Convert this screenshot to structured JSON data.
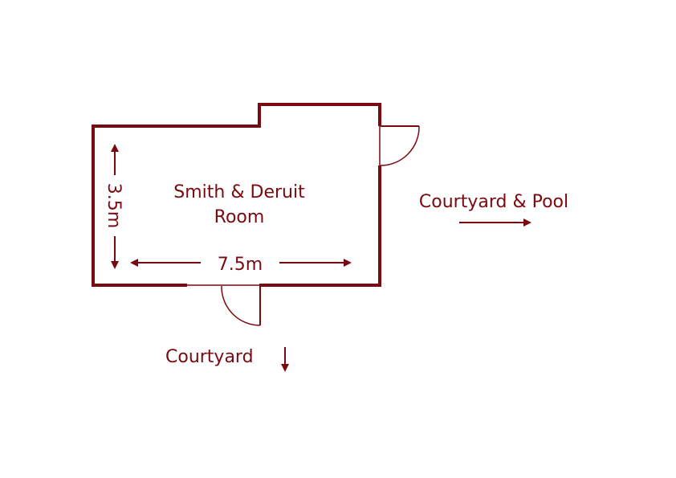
{
  "colors": {
    "stroke": "#7a0a0f",
    "background": "#ffffff"
  },
  "room": {
    "name_line1": "Smith & Deruit",
    "name_line2": "Room"
  },
  "dimensions": {
    "width_label": "7.5m",
    "height_label": "3.5m"
  },
  "exits": {
    "east_label": "Courtyard & Pool",
    "south_label": "Courtyard"
  }
}
